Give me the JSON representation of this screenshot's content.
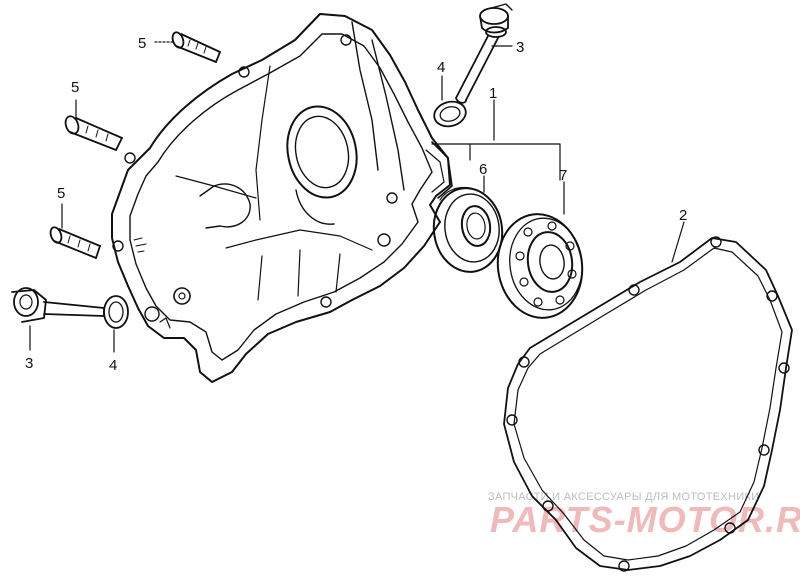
{
  "callouts": {
    "c5a": "5",
    "c5b": "5",
    "c5c": "5",
    "c3a": "3",
    "c3b": "3",
    "c4a": "4",
    "c4b": "4",
    "c1": "1",
    "c6": "6",
    "c7": "7",
    "c2": "2"
  },
  "watermark": {
    "tagline": "ЗАПЧАСТИ И АКСЕССУАРЫ ДЛЯ МОТОТЕХНИКИ",
    "logo": "PARTS-MOTOR.RU"
  },
  "colors": {
    "ink": "#111111",
    "watermark_logo": "#f1b9b9",
    "watermark_text": "#bdbdbd"
  }
}
